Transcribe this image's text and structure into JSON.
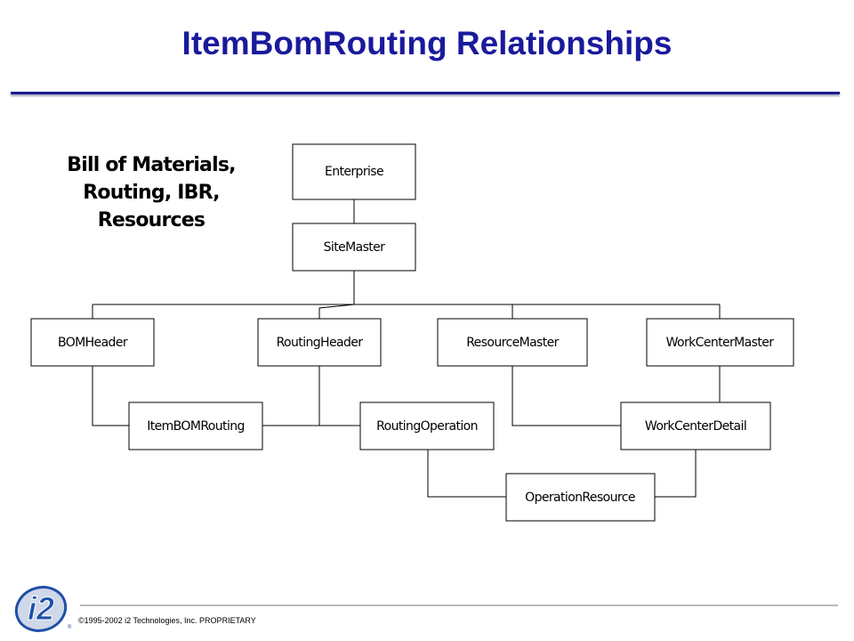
{
  "slide": {
    "title": "ItemBomRouting  Relationships",
    "subtitle_lines": [
      "Bill of Materials,",
      "Routing, IBR,",
      "Resources"
    ],
    "copyright": "©1995-2002 i2 Technologies, Inc. PROPRIETARY",
    "logo_text": "i2",
    "logo_mark": "®"
  },
  "colors": {
    "title": "#1a1a9c",
    "logo_blue": "#1f4fa8",
    "rule": "#1a1a8c"
  },
  "diagram": {
    "nodes": {
      "enterprise": "Enterprise",
      "site_master": "SiteMaster",
      "bom_header": "BOMHeader",
      "routing_header": "RoutingHeader",
      "resource_master": "ResourceMaster",
      "work_center_master": "WorkCenterMaster",
      "item_bom_routing": "ItemBOMRouting",
      "routing_operation": "RoutingOperation",
      "work_center_detail": "WorkCenterDetail",
      "operation_resource": "OperationResource"
    },
    "edges": [
      [
        "Enterprise",
        "SiteMaster"
      ],
      [
        "SiteMaster",
        "BOMHeader"
      ],
      [
        "SiteMaster",
        "RoutingHeader"
      ],
      [
        "SiteMaster",
        "ResourceMaster"
      ],
      [
        "SiteMaster",
        "WorkCenterMaster"
      ],
      [
        "BOMHeader",
        "ItemBOMRouting"
      ],
      [
        "RoutingHeader",
        "ItemBOMRouting"
      ],
      [
        "RoutingHeader",
        "RoutingOperation"
      ],
      [
        "ResourceMaster",
        "WorkCenterDetail"
      ],
      [
        "WorkCenterMaster",
        "WorkCenterDetail"
      ],
      [
        "RoutingOperation",
        "OperationResource"
      ],
      [
        "WorkCenterDetail",
        "OperationResource"
      ]
    ]
  }
}
